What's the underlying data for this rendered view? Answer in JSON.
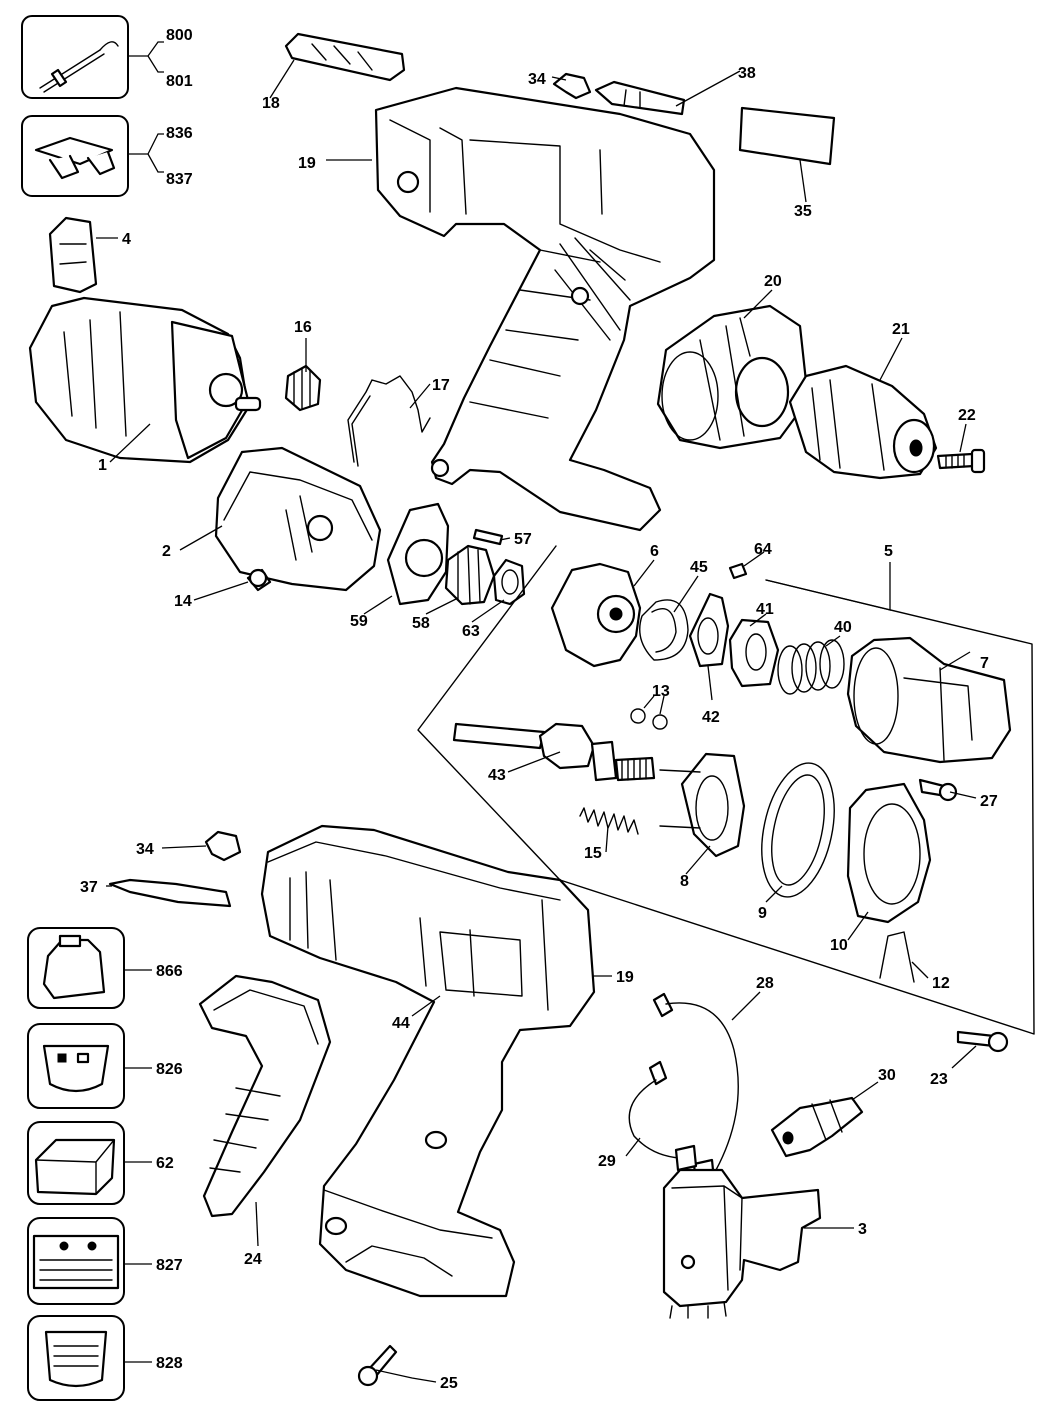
{
  "diagram": {
    "labels": [
      {
        "id": "l800",
        "text": "800"
      },
      {
        "id": "l801",
        "text": "801"
      },
      {
        "id": "l836",
        "text": "836"
      },
      {
        "id": "l837",
        "text": "837"
      },
      {
        "id": "l4",
        "text": "4"
      },
      {
        "id": "l18",
        "text": "18"
      },
      {
        "id": "l34a",
        "text": "34"
      },
      {
        "id": "l38",
        "text": "38"
      },
      {
        "id": "l19a",
        "text": "19"
      },
      {
        "id": "l35",
        "text": "35"
      },
      {
        "id": "l16",
        "text": "16"
      },
      {
        "id": "l17",
        "text": "17"
      },
      {
        "id": "l1",
        "text": "1"
      },
      {
        "id": "l20",
        "text": "20"
      },
      {
        "id": "l21",
        "text": "21"
      },
      {
        "id": "l22",
        "text": "22"
      },
      {
        "id": "l2",
        "text": "2"
      },
      {
        "id": "l57",
        "text": "57"
      },
      {
        "id": "l14",
        "text": "14"
      },
      {
        "id": "l59",
        "text": "59"
      },
      {
        "id": "l58",
        "text": "58"
      },
      {
        "id": "l63",
        "text": "63"
      },
      {
        "id": "l6",
        "text": "6"
      },
      {
        "id": "l45",
        "text": "45"
      },
      {
        "id": "l64",
        "text": "64"
      },
      {
        "id": "l5",
        "text": "5"
      },
      {
        "id": "l41",
        "text": "41"
      },
      {
        "id": "l40",
        "text": "40"
      },
      {
        "id": "l7",
        "text": "7"
      },
      {
        "id": "l13",
        "text": "13"
      },
      {
        "id": "l42",
        "text": "42"
      },
      {
        "id": "l43",
        "text": "43"
      },
      {
        "id": "l27",
        "text": "27"
      },
      {
        "id": "l15",
        "text": "15"
      },
      {
        "id": "l8",
        "text": "8"
      },
      {
        "id": "l9",
        "text": "9"
      },
      {
        "id": "l10",
        "text": "10"
      },
      {
        "id": "l12",
        "text": "12"
      },
      {
        "id": "l34b",
        "text": "34"
      },
      {
        "id": "l37",
        "text": "37"
      },
      {
        "id": "l866",
        "text": "866"
      },
      {
        "id": "l19b",
        "text": "19"
      },
      {
        "id": "l44",
        "text": "44"
      },
      {
        "id": "l28",
        "text": "28"
      },
      {
        "id": "l826",
        "text": "826"
      },
      {
        "id": "l23",
        "text": "23"
      },
      {
        "id": "l30",
        "text": "30"
      },
      {
        "id": "l62",
        "text": "62"
      },
      {
        "id": "l29",
        "text": "29"
      },
      {
        "id": "l3",
        "text": "3"
      },
      {
        "id": "l24",
        "text": "24"
      },
      {
        "id": "l827",
        "text": "827"
      },
      {
        "id": "l828",
        "text": "828"
      },
      {
        "id": "l25",
        "text": "25"
      }
    ]
  }
}
